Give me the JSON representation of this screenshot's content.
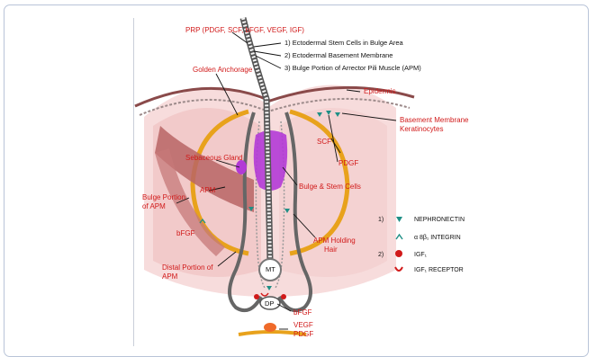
{
  "figure": {
    "top_label": "PRP (PDGF, SCF, bFGF, VEGF, IGF)",
    "numbered": [
      "1) Ectodermal Stem Cells in Bulge Area",
      "2) Ectodermal  Basement Membrane",
      "3) Bulge Portion of Arrector Pili Muscle (APM)"
    ],
    "labels": {
      "golden_anchorage": "Golden Anchorage",
      "epidermis": "Epidermis",
      "basement_membrane_1": "Basement Membrane",
      "basement_membrane_2": "Keratinocytes",
      "scf": "SCF",
      "pdgf_right": "PDGF",
      "sebaceous_gland": "Sebaceous Gland",
      "apm": "APM",
      "bulge_stem": "Bulge & Stem Cells",
      "bulge_portion_1": "Bulge Portion",
      "bulge_portion_2": "of APM",
      "bfgf_left": "bFGF",
      "apm_holding_1": "APM Holding",
      "apm_holding_2": "Hair",
      "distal_1": "Distal Portion of",
      "distal_2": "APM",
      "dp": "DP",
      "mt": "MT",
      "bfgf_bottom": "bFGF",
      "vegf": "VEGF",
      "pdgf_bottom": "PDGF"
    },
    "legend": {
      "n1": "1)",
      "nephronectin": "NEPHRONECTIN",
      "integrin": "α 8β₁ INTEGRIN",
      "n2": "2)",
      "igf": "IGF₁",
      "igf_receptor": "IGF₁ RECEPTOR"
    },
    "colors": {
      "red_label": "#d11a1a",
      "gold_ring": "#e8a21c",
      "purple_gland": "#b23ad6",
      "teal_marker": "#1f8f86",
      "skin_pink": "#f2c9c9",
      "muscle": "#b86565"
    }
  }
}
